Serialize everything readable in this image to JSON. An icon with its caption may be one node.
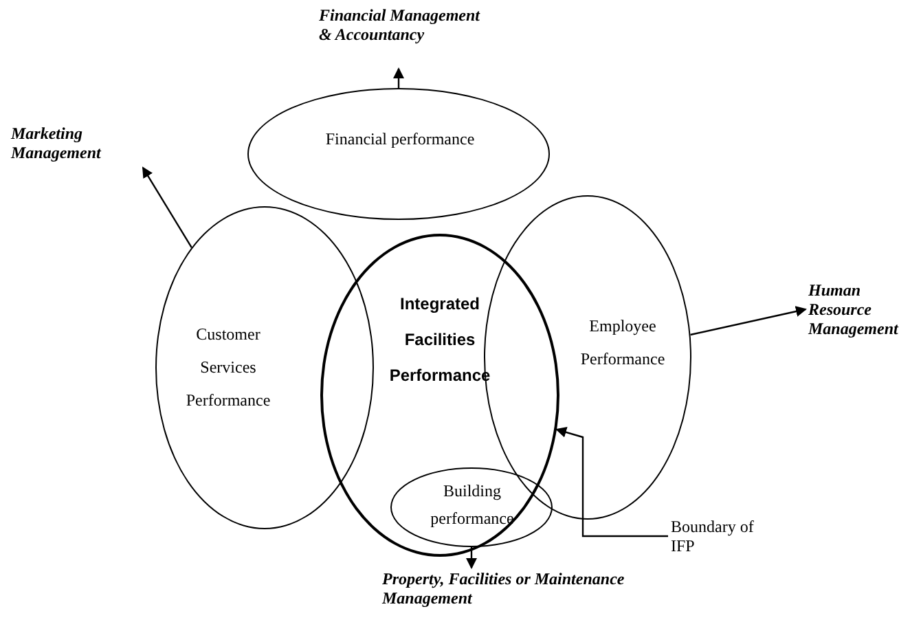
{
  "diagram": {
    "nodes": [
      {
        "text": [
          "Financial performance"
        ]
      },
      {
        "text": [
          "Customer Services Performance"
        ]
      },
      {
        "text": [
          "Integrated Facilities Performance"
        ]
      },
      {
        "text": [
          "Employee Performance"
        ]
      },
      {
        "text": [
          "Building performance"
        ],
        "in": 2
      },
      {
        "text": [
          "Financial Management & Accountancy"
        ]
      },
      {
        "text": [
          "Marketing Management"
        ]
      },
      {
        "text": [
          "Human Resource Management"
        ]
      },
      {
        "text": [
          "Property, Facilities or Maintenance Management"
        ]
      },
      {
        "text": [
          "Boundary of IFP"
        ]
      }
    ],
    "edges": [
      {
        "from": 0,
        "to": 5,
        "arrow": "to"
      },
      {
        "from": 1,
        "to": 6,
        "arrow": "to"
      },
      {
        "from": 3,
        "to": 7,
        "arrow": "to"
      },
      {
        "from": 4,
        "to": 8,
        "arrow": "to"
      },
      {
        "from": 9,
        "to": 2,
        "arrow": "to"
      }
    ]
  }
}
